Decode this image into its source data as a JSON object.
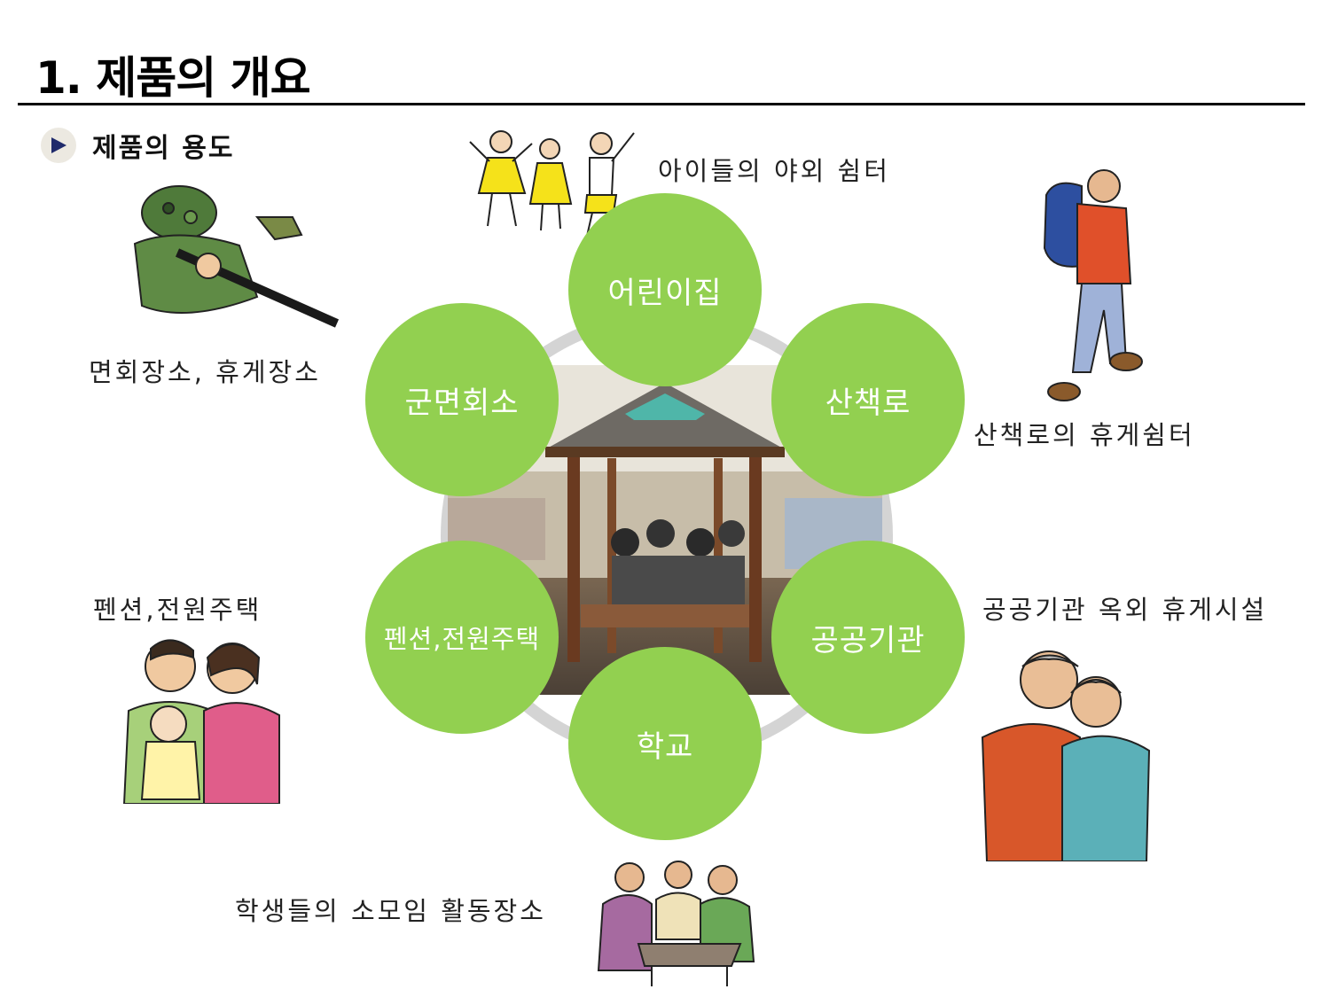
{
  "slide": {
    "title": "1. 제품의 개요",
    "subtitle": "제품의 용도"
  },
  "hub_nodes": [
    {
      "label": "어린이집"
    },
    {
      "label": "산책로"
    },
    {
      "label": "공공기관"
    },
    {
      "label": "학교"
    },
    {
      "label": "펜션,전원주택"
    },
    {
      "label": "군면회소"
    }
  ],
  "captions": {
    "kids": "아이들의 야외 쉼터",
    "military": "면회장소, 휴게장소",
    "trail": "산책로의 휴게쉼터",
    "pension": "펜션,전원주택",
    "public": "공공기관 옥외 휴게시설",
    "school": "학생들의 소모임 활동장소"
  },
  "colors": {
    "node_fill": "#92d050",
    "ring": "#d4d4d4",
    "bullet_arrow": "#1f2a6b"
  },
  "icons": {
    "bullet": "play-arrow-icon",
    "clipart": [
      "children-playing-icon",
      "soldier-icon",
      "hiker-icon",
      "family-icon",
      "elderly-couple-icon",
      "students-dining-icon"
    ]
  }
}
